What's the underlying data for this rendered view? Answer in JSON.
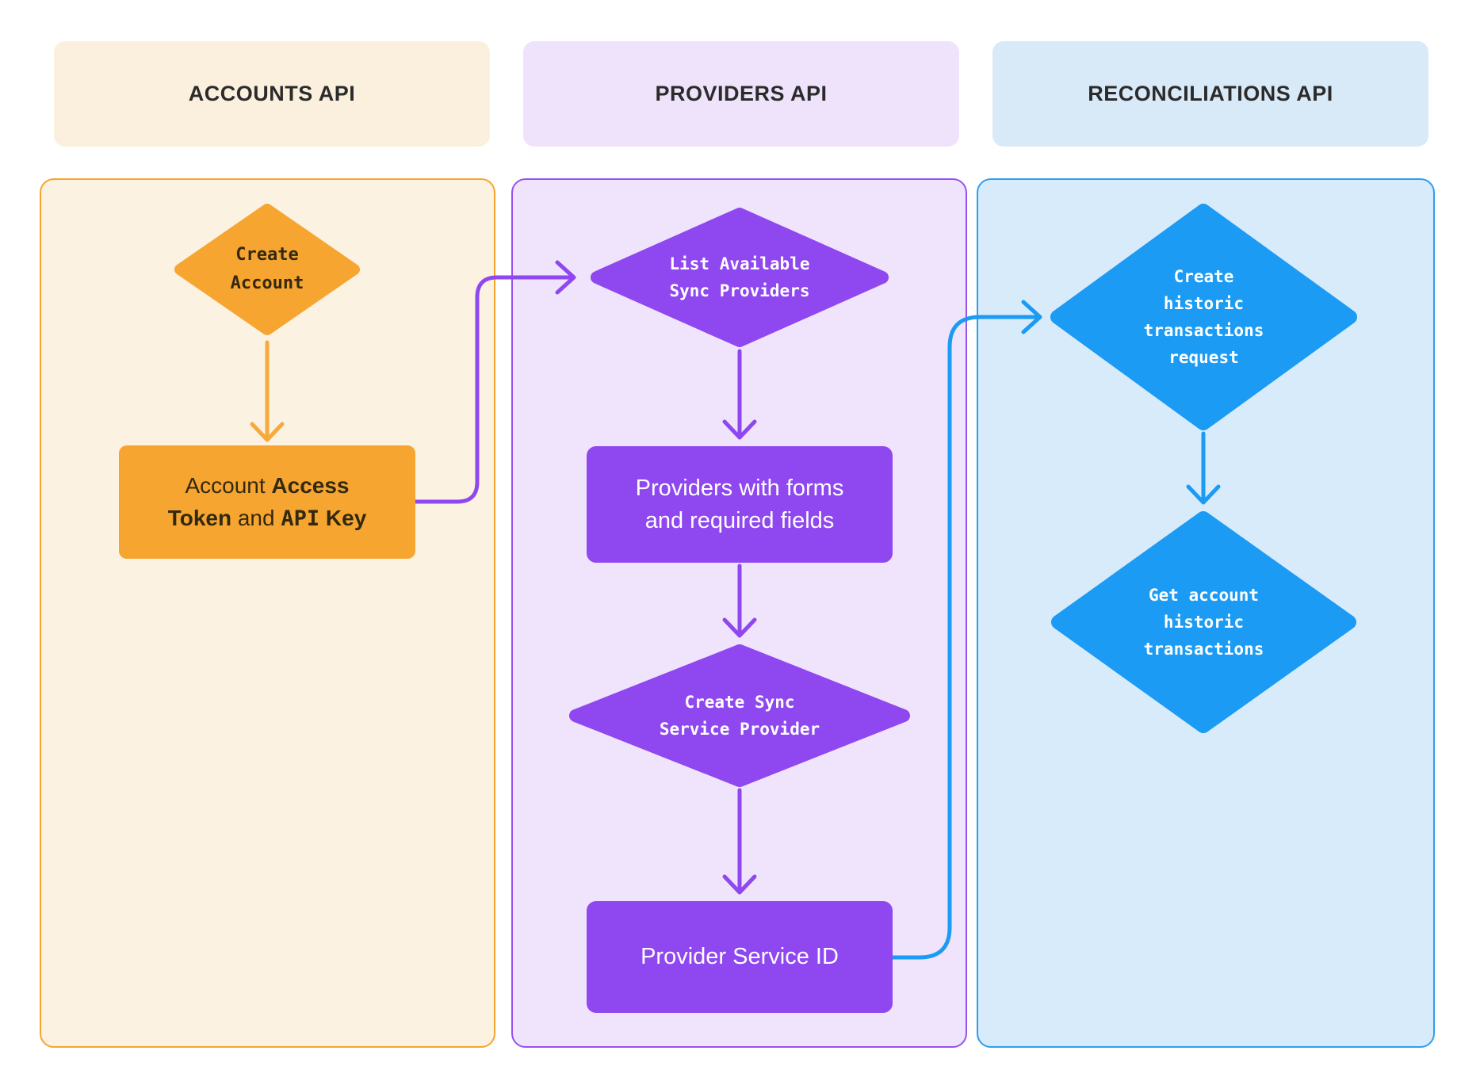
{
  "colors": {
    "orange_shape": "#f7a531",
    "purple_shape": "#8f47ef",
    "blue_shape": "#1b9bf3",
    "accounts_header_bg": "#fbf0dd",
    "providers_header_bg": "#efe3fc",
    "reconciliations_header_bg": "#d8e9f8",
    "accounts_panel_bg": "#fcf2e2",
    "providers_panel_bg": "#efe4fb",
    "reconciliations_panel_bg": "#d8ebfa",
    "header_text": "#2b2b2b",
    "dark_text_on_orange": "#33290f",
    "white_text": "#ffffff"
  },
  "headers": [
    {
      "label": "ACCOUNTS API"
    },
    {
      "label": "PROVIDERS API"
    },
    {
      "label": "RECONCILIATIONS API"
    }
  ],
  "accounts": {
    "create_diamond_label": "Create\nAccount",
    "token_box_segments": [
      {
        "text": "Account "
      },
      {
        "text": "Access\nToken"
      },
      {
        "text": " and "
      },
      {
        "text": "API"
      },
      {
        "text": " Key"
      }
    ]
  },
  "providers": {
    "list_diamond_label": "List Available\nSync Providers",
    "forms_box_label": "Providers with forms\nand required fields",
    "create_sync_diamond_label": "Create Sync\nService Provider",
    "service_id_box_label": "Provider Service ID"
  },
  "reconciliations": {
    "historic_request_diamond_label": "Create\nhistoric\ntransactions\nrequest",
    "get_transactions_diamond_label": "Get account\nhistoric\ntransactions"
  }
}
